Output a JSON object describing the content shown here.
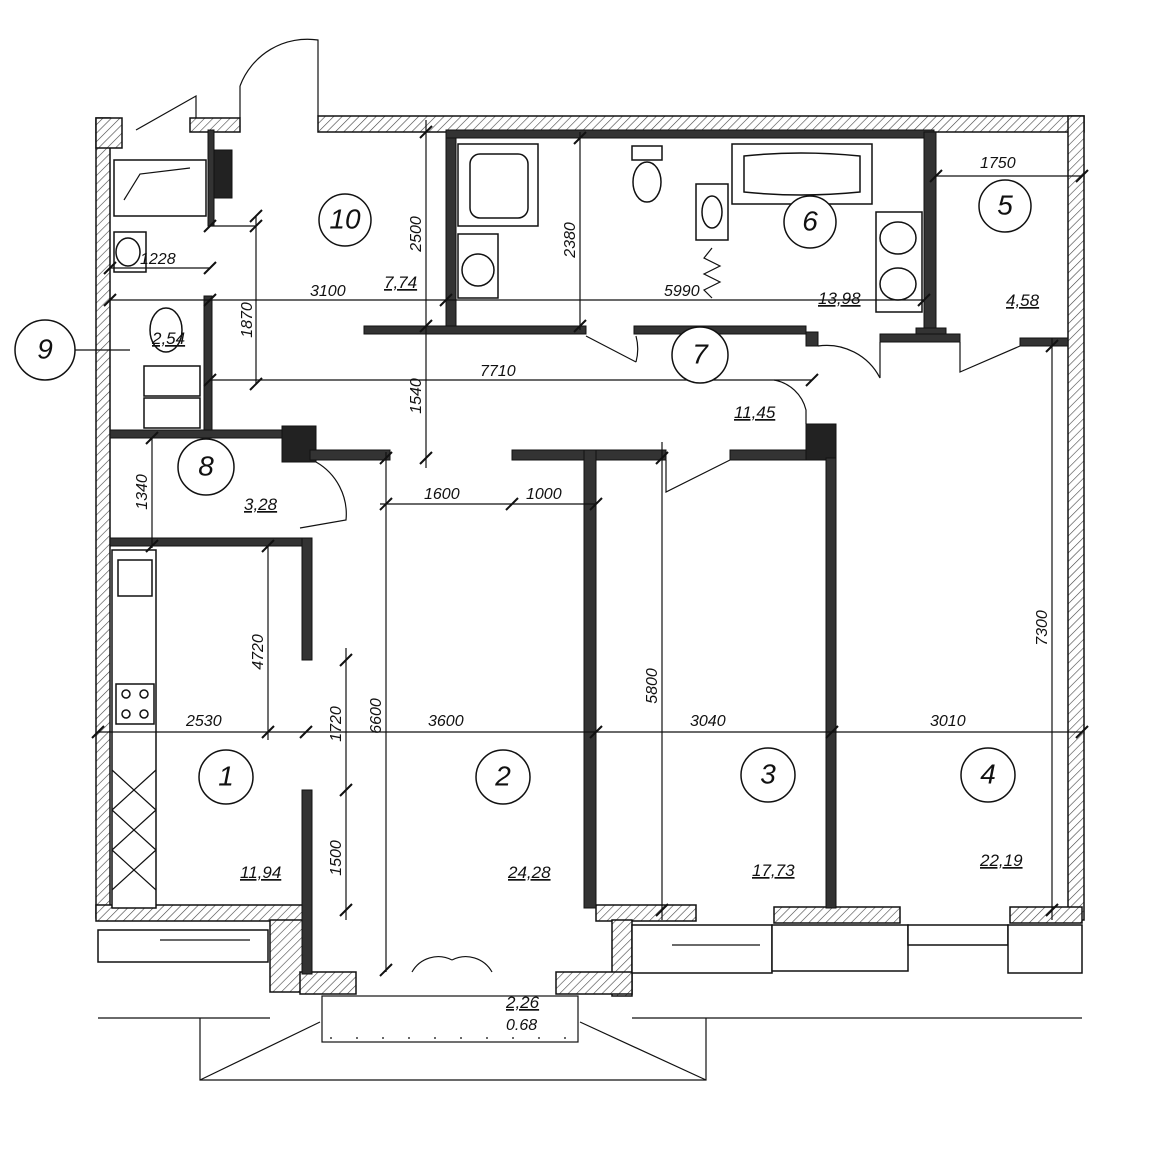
{
  "rooms": [
    {
      "number": "1",
      "area": "11,94"
    },
    {
      "number": "2",
      "area": "24,28"
    },
    {
      "number": "3",
      "area": "17,73"
    },
    {
      "number": "4",
      "area": "22,19"
    },
    {
      "number": "5",
      "area": "4,58"
    },
    {
      "number": "6",
      "area": "13,98"
    },
    {
      "number": "7",
      "area": "11,45"
    },
    {
      "number": "8",
      "area": "3,28"
    },
    {
      "number": "9",
      "area": "2,54"
    },
    {
      "number": "10",
      "area": "7,74"
    }
  ],
  "balcony": {
    "area": "2,26",
    "area2": "0.68"
  },
  "dimensions": {
    "d1228": "1228",
    "d1870": "1870",
    "d2500": "2500",
    "d3100": "3100",
    "d2380": "2380",
    "d5990": "5990",
    "d1750": "1750",
    "d7710": "7710",
    "d1540": "1540",
    "d1340": "1340",
    "d1600": "1600",
    "d1000": "1000",
    "d4720": "4720",
    "d2530": "2530",
    "d1720": "1720",
    "d6600": "6600",
    "d3600": "3600",
    "d5800": "5800",
    "d3040": "3040",
    "d3010": "3010",
    "d7300": "7300",
    "d1500": "1500"
  }
}
